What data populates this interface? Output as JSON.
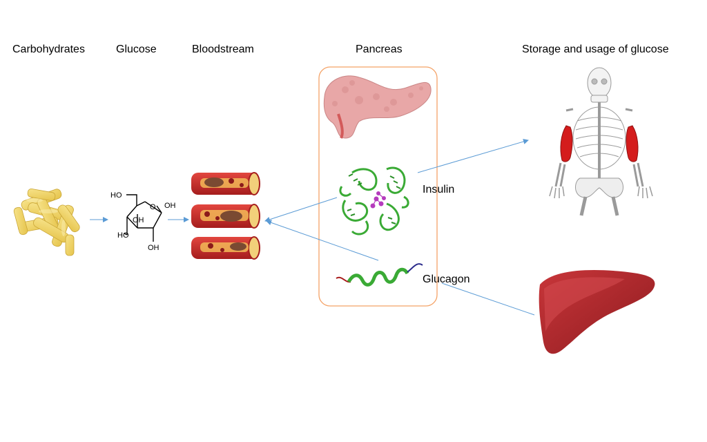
{
  "labels": {
    "carbohydrates": "Carbohydrates",
    "glucose": "Glucose",
    "bloodstream": "Bloodstream",
    "pancreas": "Pancreas",
    "storage": "Storage and usage of glucose",
    "insulin": "Insulin",
    "glucagon": "Glucagon"
  },
  "glucose_molecule": {
    "ho_top": "HO",
    "oh_1": "OH",
    "oh_2": "OH",
    "ho_bottom": "HO",
    "oh_3": "OH",
    "ring_o": "O"
  },
  "colors": {
    "arrow": "#5b9bd5",
    "pancreas_box": "#f4a266",
    "pasta": "#f2d96a",
    "vessel": "#c9302c",
    "liver": "#b5262b",
    "muscle": "#d41c1c",
    "protein": "#3aaa35"
  },
  "icons": [
    "pasta-image",
    "glucose-structure",
    "blood-vessel-image",
    "pancreas-image",
    "insulin-protein-image",
    "glucagon-protein-image",
    "skeleton-image",
    "liver-image"
  ]
}
